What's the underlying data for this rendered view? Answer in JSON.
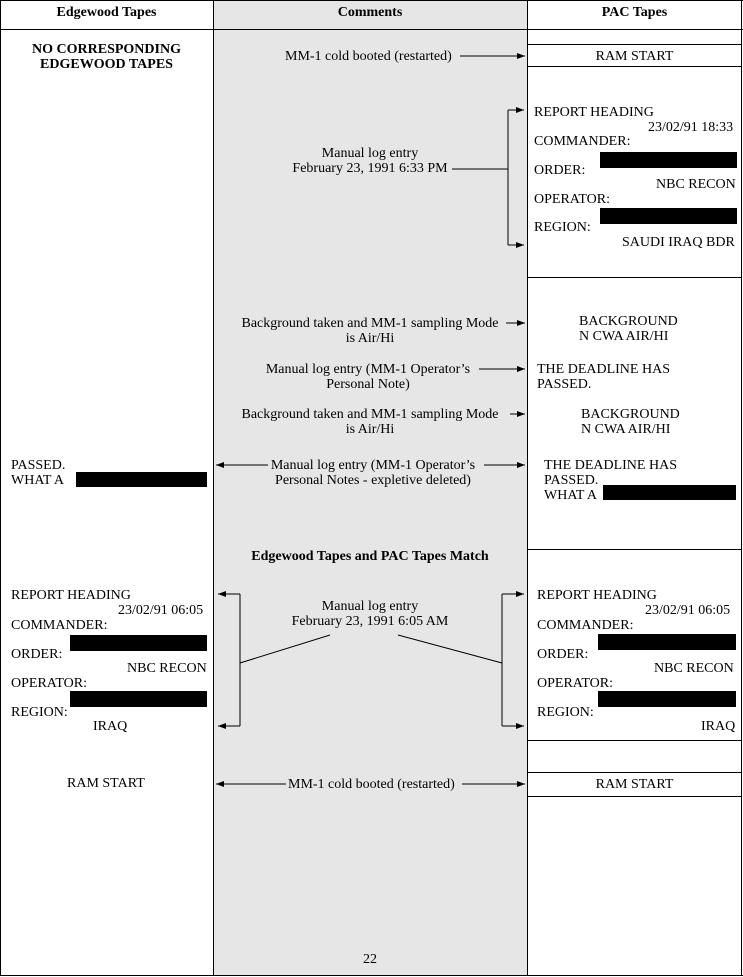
{
  "headers": {
    "left": "Edgewood Tapes",
    "middle": "Comments",
    "right": "PAC Tapes"
  },
  "left_top": {
    "line1": "NO CORRESPONDING",
    "line2": "EDGEWOOD TAPES"
  },
  "comments": {
    "c1": "MM-1 cold booted (restarted)",
    "c2_line1": "Manual log entry",
    "c2_line2": "February 23, 1991 6:33 PM",
    "c3_line1": "Background taken and MM-1 sampling Mode",
    "c3_line2": "is Air/Hi",
    "c4_line1": "Manual log entry (MM-1 Operator’s",
    "c4_line2": "Personal Note)",
    "c5_line1": "Background taken and MM-1 sampling Mode",
    "c5_line2": "is Air/Hi",
    "c6_line1": "Manual log entry (MM-1 Operator’s",
    "c6_line2": "Personal Notes - expletive deleted)",
    "match": "Edgewood Tapes and PAC Tapes Match",
    "c7_line1": "Manual log entry",
    "c7_line2": "February 23, 1991 6:05 AM",
    "c8": "MM-1 cold booted (restarted)"
  },
  "pac": {
    "ram_start_1": "RAM START",
    "report1": {
      "heading": "REPORT HEADING",
      "datetime": "23/02/91  18:33",
      "commander": "COMMANDER:",
      "order": "ORDER:",
      "order_val": "NBC RECON",
      "operator": "OPERATOR:",
      "region": "REGION:",
      "region_val": "SAUDI IRAQ BDR"
    },
    "bg1_line1": "BACKGROUND",
    "bg1_line2": "N  CWA  AIR/HI",
    "deadline1_line1": "THE DEADLINE HAS",
    "deadline1_line2": "PASSED.",
    "bg2_line1": "BACKGROUND",
    "bg2_line2": "N  CWA  AIR/HI",
    "deadline2_line1": "THE DEADLINE HAS",
    "deadline2_line2": "PASSED.",
    "deadline2_line3": "WHAT A",
    "report2": {
      "heading": "REPORT HEADING",
      "datetime": "23/02/91  06:05",
      "commander": "COMMANDER:",
      "order": "ORDER:",
      "order_val": "NBC RECON",
      "operator": "OPERATOR:",
      "region": "REGION:",
      "region_val": "IRAQ"
    },
    "ram_start_2": "RAM START"
  },
  "edgewood": {
    "passed_line1": "PASSED.",
    "passed_line2": "WHAT A",
    "report": {
      "heading": "REPORT HEADING",
      "datetime": "23/02/91  06:05",
      "commander": "COMMANDER:",
      "order": "ORDER:",
      "order_val": "NBC RECON",
      "operator": "OPERATOR:",
      "region": "REGION:",
      "region_val": "IRAQ"
    },
    "ram_start": "RAM START"
  },
  "page_number": "22"
}
